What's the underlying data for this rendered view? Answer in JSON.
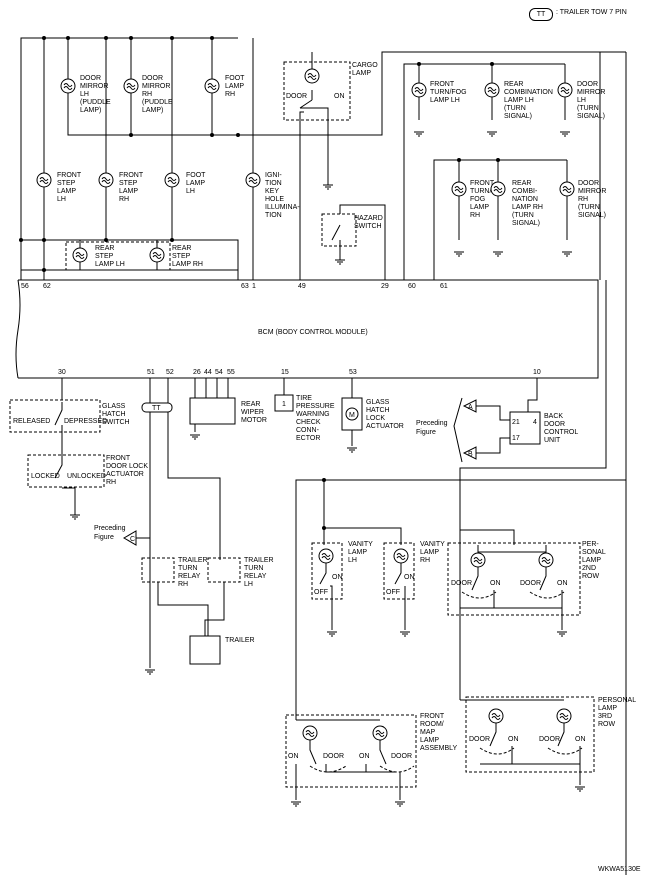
{
  "legend": {
    "code": "TT",
    "text": ": TRAILER TOW 7 PIN"
  },
  "footer_code": "WKWA5130E",
  "bcm": {
    "title": "BCM (BODY CONTROL MODULE)"
  },
  "pins_top": [
    "56",
    "62",
    "63",
    "1",
    "49",
    "29",
    "60",
    "61"
  ],
  "pins_bottom": [
    "30",
    "51",
    "52",
    "26",
    "44",
    "54",
    "55",
    "15",
    "53",
    "10"
  ],
  "lamps": {
    "door_mirror_lh_puddle": [
      "DOOR",
      "MIRROR",
      "LH",
      "(PUDDLE",
      "LAMP)"
    ],
    "door_mirror_rh_puddle": [
      "DOOR",
      "MIRROR",
      "RH",
      "(PUDDLE",
      "LAMP)"
    ],
    "foot_lamp_rh": [
      "FOOT",
      "LAMP",
      "RH"
    ],
    "front_step_lh": [
      "FRONT",
      "STEP",
      "LAMP",
      "LH"
    ],
    "front_step_rh": [
      "FRONT",
      "STEP",
      "LAMP",
      "RH"
    ],
    "foot_lamp_lh": [
      "FOOT",
      "LAMP",
      "LH"
    ],
    "ignition_key": [
      "IGNI-",
      "TION",
      "KEY",
      "HOLE",
      "ILLUMINA-",
      "TION"
    ],
    "rear_step_lh": [
      "REAR",
      "STEP",
      "LAMP LH"
    ],
    "rear_step_rh": [
      "REAR",
      "STEP",
      "LAMP RH"
    ],
    "cargo_lamp": [
      "CARGO",
      "LAMP"
    ],
    "front_turn_fog_lh": [
      "FRONT",
      "TURN/FOG",
      "LAMP LH"
    ],
    "rear_combination_lh": [
      "REAR",
      "COMBINATION",
      "LAMP LH",
      "(TURN",
      "SIGNAL)"
    ],
    "door_mirror_lh_turn": [
      "DOOR",
      "MIRROR",
      "LH",
      "(TURN",
      "SIGNAL)"
    ],
    "front_turn_fog_rh": [
      "FRONT",
      "TURN/",
      "FOG",
      "LAMP",
      "RH"
    ],
    "rear_combination_rh": [
      "REAR",
      "COMBI-",
      "NATION",
      "LAMP RH",
      "(TURN",
      "SIGNAL)"
    ],
    "door_mirror_rh_turn": [
      "DOOR",
      "MIRROR",
      "RH",
      "(TURN",
      "SIGNAL)"
    ],
    "vanity_lh": [
      "VANITY",
      "LAMP",
      "LH"
    ],
    "vanity_rh": [
      "VANITY",
      "LAMP",
      "RH"
    ],
    "personal_2nd": [
      "PER-",
      "SONAL",
      "LAMP",
      "2ND",
      "ROW"
    ],
    "front_room_map": [
      "FRONT",
      "ROOM/",
      "MAP",
      "LAMP",
      "ASSEMBLY"
    ],
    "personal_3rd": [
      "PERSONAL",
      "LAMP",
      "3RD",
      "ROW"
    ]
  },
  "switches": {
    "hazard": [
      "HAZARD",
      "SWITCH"
    ],
    "glass_hatch": [
      "GLASS",
      "HATCH",
      "SWITCH"
    ],
    "released": "RELEASED",
    "depressed": "DEPRESSED",
    "door_lock_actuator": [
      "FRONT",
      "DOOR LOCK",
      "ACTUATOR",
      "RH"
    ],
    "locked": "LOCKED",
    "unlocked": "UNLOCKED"
  },
  "components": {
    "rear_wiper": [
      "REAR",
      "WIPER",
      "MOTOR"
    ],
    "tire_pressure": [
      "TIRE",
      "PRESSURE",
      "WARNING",
      "CHECK",
      "CONN-",
      "ECTOR"
    ],
    "tire_pin": "1",
    "glass_hatch_actuator": [
      "GLASS",
      "HATCH",
      "LOCK",
      "ACTUATOR"
    ],
    "motor_symbol": "M",
    "back_door_unit": [
      "BACK",
      "DOOR",
      "CONTROL",
      "UNIT"
    ],
    "back_door_pins": [
      "21",
      "4",
      "17"
    ],
    "trailer_relay_rh": [
      "TRAILER",
      "TURN",
      "RELAY",
      "RH"
    ],
    "trailer_relay_lh": [
      "TRAILER",
      "TURN",
      "RELAY",
      "LH"
    ],
    "trailer": "TRAILER",
    "tt": "TT"
  },
  "preceding_figure": [
    "Preceding",
    "Figure"
  ],
  "connectors": {
    "a": "A",
    "b": "B",
    "c": "C"
  },
  "contact_labels": {
    "door": "DOOR",
    "on": "ON",
    "off": "OFF"
  }
}
